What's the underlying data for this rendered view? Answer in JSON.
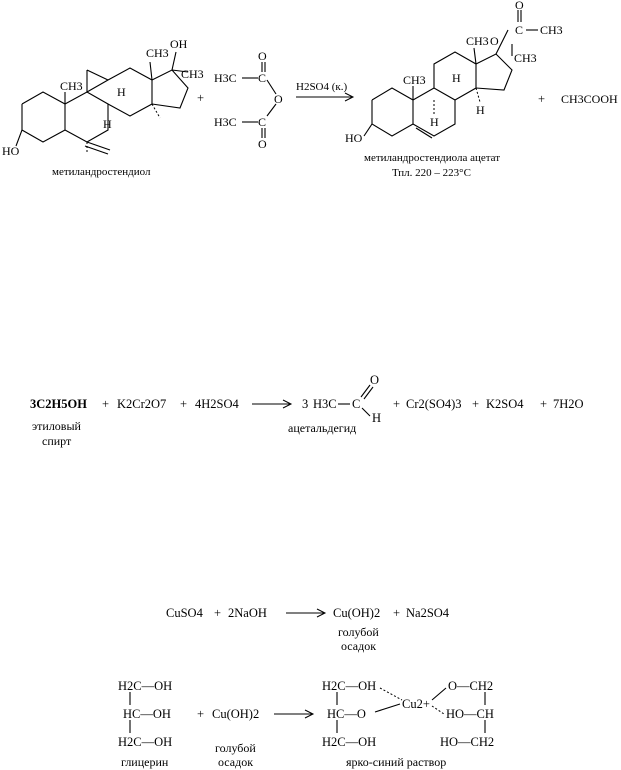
{
  "reaction1": {
    "reactant1_label": "метиландростендиол",
    "reactant1_atoms": {
      "ch3_top": "CH3",
      "oh_top": "OH",
      "ch3_right": "CH3",
      "ch3_ring": "CH3",
      "h_center": "H",
      "h_lower": "H",
      "ho": "HO"
    },
    "plus1": "+",
    "anhydride": {
      "h3c_top": "H3C",
      "c_top": "C",
      "o_top": "O",
      "o_mid": "O",
      "h3c_bottom": "H3C",
      "c_bottom": "C",
      "o_bottom": "O"
    },
    "catalyst": "H2SO4 (к.)",
    "product_atoms": {
      "o_carbonyl": "O",
      "c": "C",
      "ch3_acetyl": "CH3",
      "ch3_top": "CH3",
      "o": "O",
      "ch3_side": "CH3",
      "ch3_ring": "CH3",
      "h_center": "H",
      "h_lower_left": "H",
      "h_lower_right": "H",
      "ho": "HO"
    },
    "product_label": "метиландростендиола ацетат",
    "product_melting": "Тпл. 220 – 223°С",
    "plus2": "+",
    "byproduct": "CH3COOH"
  },
  "reaction2": {
    "reactant1": "3C2H5OH",
    "plus1": "+",
    "reactant2": "K2Cr2O7",
    "plus2": "+",
    "reactant3": "4H2SO4",
    "product_coef": "3",
    "product_h3c": "H3C",
    "product_c": "C",
    "product_o": "O",
    "product_h": "H",
    "product_label": "ацетальдегид",
    "plus3": "+",
    "product2": "Cr2(SO4)3",
    "plus4": "+",
    "product3": "K2SO4",
    "plus5": "+",
    "product4": "7H2O",
    "reactant1_label_line1": "этиловый",
    "reactant1_label_line2": "спирт"
  },
  "reaction3": {
    "reactant1": "CuSO4",
    "plus1": "+",
    "reactant2": "2NaOH",
    "product1": "Cu(OH)2",
    "plus2": "+",
    "product2": "Na2SO4",
    "product1_label_line1": "голубой",
    "product1_label_line2": "осадок"
  },
  "reaction4": {
    "glycerol": {
      "row1": "H2C—OH",
      "row2": "HC—OH",
      "row3": "H2C—OH"
    },
    "glycerol_label": "глицерин",
    "plus": "+",
    "reagent": "Cu(OH)2",
    "reagent_label_line1": "голубой",
    "reagent_label_line2": "осадок",
    "complex": {
      "l1": "H2C—OH",
      "l2": "HC—O",
      "l3": "H2C—OH",
      "cu": "Cu2+",
      "r1": "O—CH2",
      "r2": "HO—CH",
      "r3": "HO—CH2"
    },
    "complex_label": "ярко-синий раствор"
  }
}
